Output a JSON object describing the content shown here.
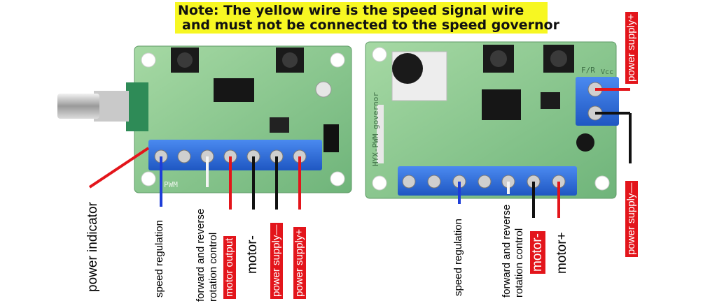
{
  "note": {
    "line1": "Note: The yellow wire is the speed signal wire",
    "line2": "and must not be connected to the speed governor"
  },
  "colors": {
    "note_bg": "#f7f722",
    "label_red_bg": "#e3151b",
    "board_green": "#7fbf7f",
    "terminal_blue": "#2f6fd8",
    "wire_red": "#e3151b",
    "wire_blue": "#1e3ed8",
    "wire_black": "#111111",
    "wire_white": "#f4f4f4"
  },
  "silkscreen": {
    "right_board": "HYX-PWM governor",
    "left_pwm": "PWM",
    "right_vcc": "Vcc",
    "right_fr": "F/R"
  },
  "left_board": {
    "labels": {
      "power_indicator": "power indicator",
      "speed_regulation": "speed regulation",
      "fr_line1": "forward and reverse",
      "fr_line2": "rotation control",
      "motor_output": "motor output",
      "motor_minus": "motor-",
      "power_supply_minus": "power supply—",
      "power_supply_plus": "power supply+"
    }
  },
  "right_board": {
    "labels": {
      "speed_regulation": "speed regulation",
      "fr_line1": "forward and reverse",
      "fr_line2": "rotation control",
      "motor_minus": "motor-",
      "motor_plus": "motor+",
      "power_supply_plus": "power supply+",
      "power_supply_minus": "power supply—"
    }
  }
}
